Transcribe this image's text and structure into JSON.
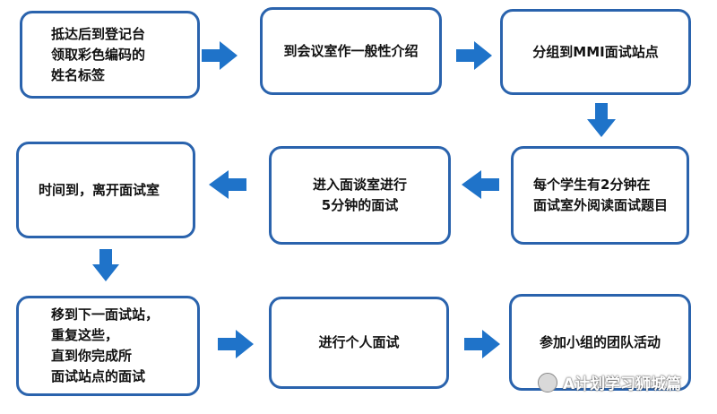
{
  "steps": {
    "s1": "抵达后到登记台\n领取彩色编码的\n姓名标签",
    "s2": "到会议室作一般性介绍",
    "s3": "分组到MMI面试站点",
    "s4": "每个学生有2分钟在\n面试室外阅读面试题目",
    "s5": "进入面谈室进行\n5分钟的面试",
    "s6": "时间到，离开面试室",
    "s7": "移到下一面试站，\n重复这些，\n直到你完成所\n面试站点的面试",
    "s8": "进行个人面试",
    "s9": "参加小组的团队活动"
  },
  "watermark": "A计划学习狮城篇",
  "colors": {
    "box_border": "#2a63ad",
    "arrow": "#1f73c9"
  }
}
